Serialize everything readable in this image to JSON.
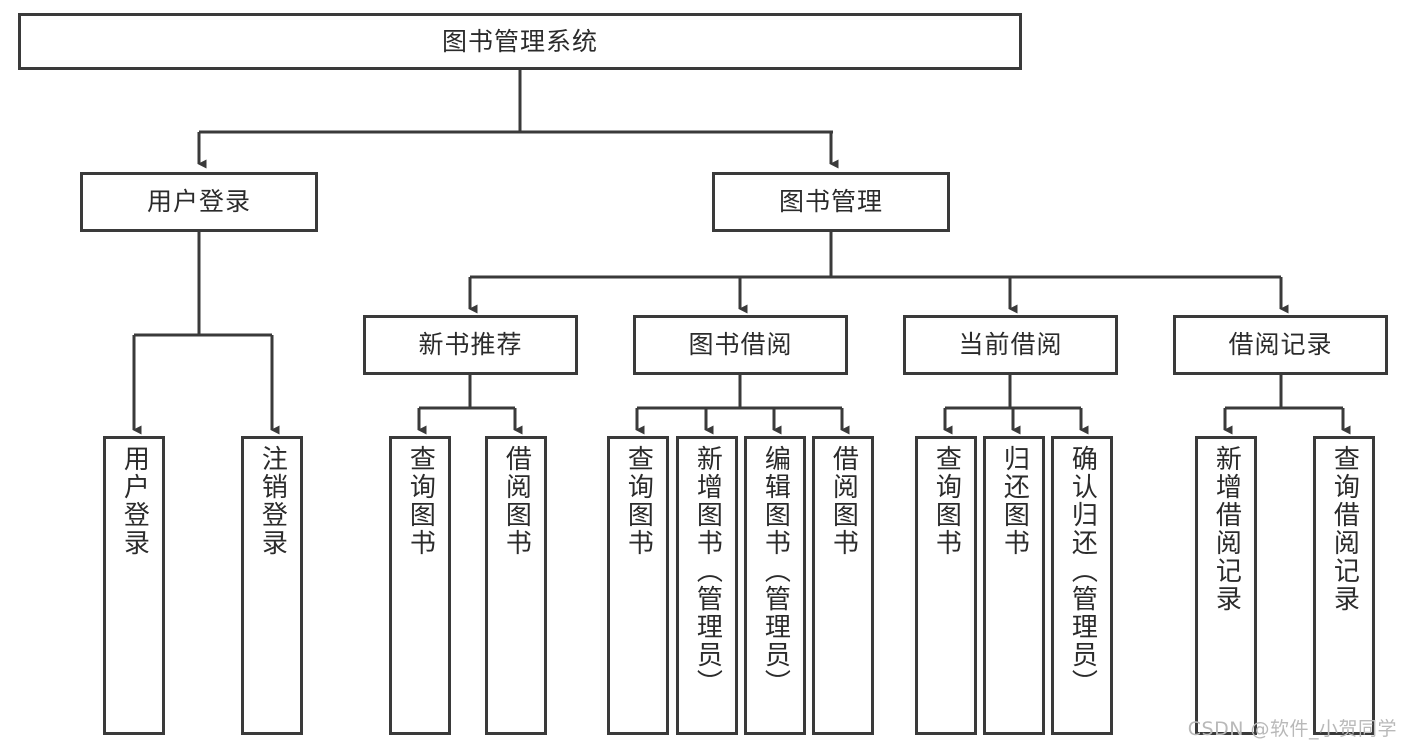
{
  "diagram": {
    "title": "图书管理系统",
    "type": "tree-hierarchy-chart",
    "watermark": "CSDN @软件_小贺同学",
    "colors": {
      "border": "#3a3a3a",
      "background": "#ffffff",
      "text": "#2b2b2b",
      "watermark": "#b9b9b9"
    },
    "levels": {
      "root": {
        "label": "图书管理系统"
      },
      "level2": [
        {
          "label": "用户登录"
        },
        {
          "label": "图书管理"
        }
      ],
      "level3": [
        {
          "label": "新书推荐"
        },
        {
          "label": "图书借阅"
        },
        {
          "label": "当前借阅"
        },
        {
          "label": "借阅记录"
        }
      ],
      "leaves": {
        "user_login": [
          {
            "label": "用户登录"
          },
          {
            "label": "注销登录"
          }
        ],
        "new_book_recommend": [
          {
            "label": "查询图书"
          },
          {
            "label": "借阅图书"
          }
        ],
        "book_borrow": [
          {
            "label": "查询图书"
          },
          {
            "label": "新增图书（管理员）"
          },
          {
            "label": "编辑图书（管理员）"
          },
          {
            "label": "借阅图书"
          }
        ],
        "current_borrow": [
          {
            "label": "查询图书"
          },
          {
            "label": "归还图书"
          },
          {
            "label": "确认归还（管理员）"
          }
        ],
        "borrow_record": [
          {
            "label": "新增借阅记录"
          },
          {
            "label": "查询借阅记录"
          }
        ]
      }
    }
  }
}
